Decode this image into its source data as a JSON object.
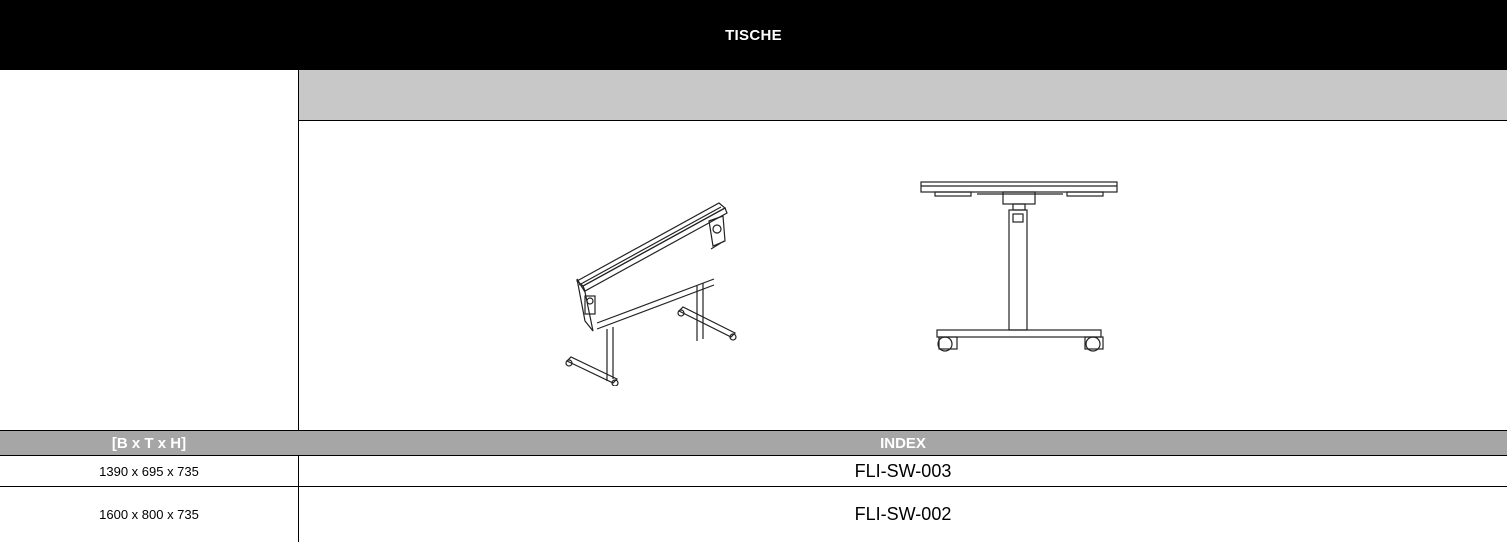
{
  "title": "TISCHE",
  "table": {
    "headers": [
      "[B x T x H]",
      "INDEX"
    ],
    "rows": [
      {
        "dimensions": "1390 x 695 x 735",
        "index": "FLI-SW-003"
      },
      {
        "dimensions": "1600 x 800 x 735",
        "index": "FLI-SW-002"
      }
    ]
  },
  "images": {
    "left_icon": "tilted-flip-table-drawing",
    "right_icon": "table-side-view-drawing"
  },
  "colors": {
    "title_bg": "#000000",
    "title_text": "#ffffff",
    "band_gray": "#c8c8c8",
    "header_gray": "#a6a6a6"
  }
}
